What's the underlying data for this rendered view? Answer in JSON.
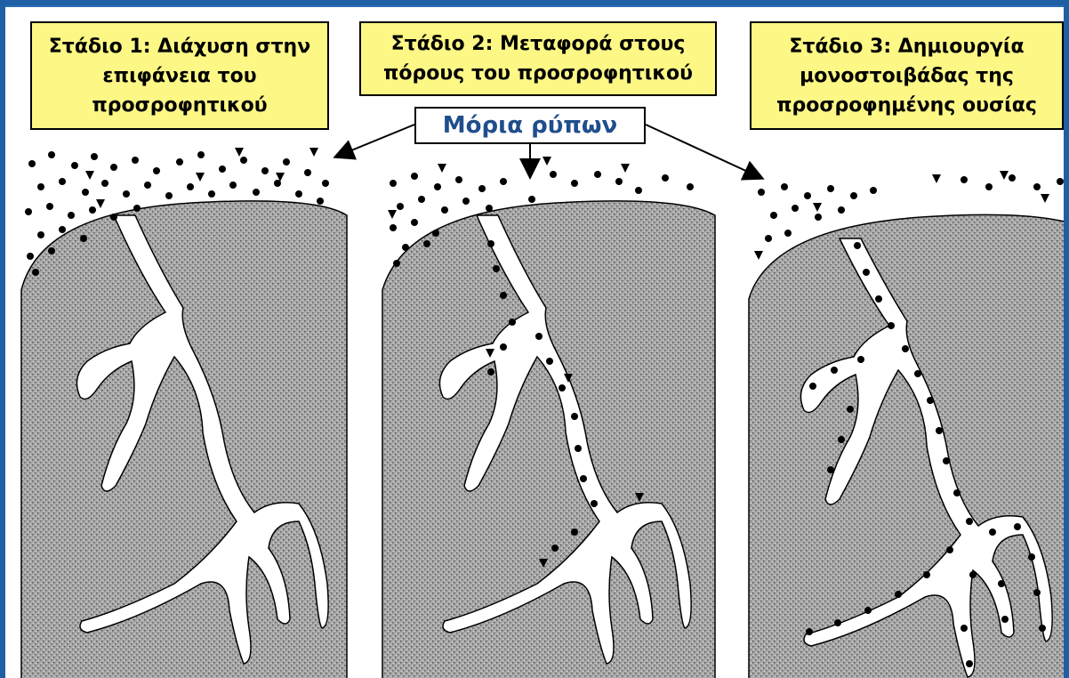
{
  "stages": [
    {
      "id": "stage-1",
      "lines": [
        "Στάδιο 1: Διάχυση στην",
        "επιφάνεια του",
        "προσροφητικού"
      ]
    },
    {
      "id": "stage-2",
      "lines": [
        "Στάδιο 2: Μεταφορά στους",
        "πόρους του προσροφητικού"
      ]
    },
    {
      "id": "stage-3",
      "lines": [
        "Στάδιο 3: Δημιουργία",
        "μονοστοιβάδας της",
        "προσροφημένης ουσίας"
      ]
    }
  ],
  "pollutant_label": "Μόρια ρύπων",
  "colors": {
    "frame": "#1f5fa3",
    "stage_box_fill": "#fdf785",
    "label_text": "#1f4e8c",
    "adsorbent_fill": "#9a9a9a",
    "pore_fill": "#ffffff",
    "particle": "#000000"
  }
}
